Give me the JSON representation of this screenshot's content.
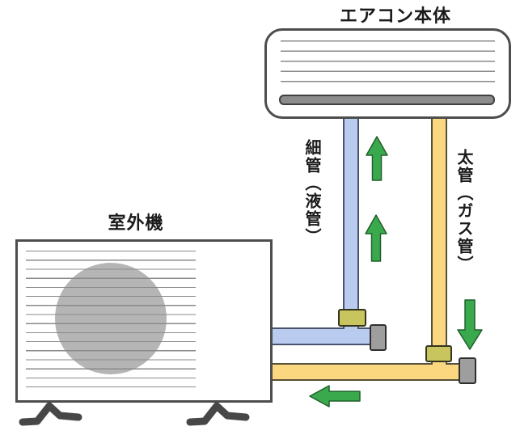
{
  "indoor_unit": {
    "title": "エアコン本体"
  },
  "outdoor_unit": {
    "title": "室外機"
  },
  "pipes": {
    "thin": {
      "label": "細管（液管）",
      "description": "liquid-pipe",
      "flow_direction": "up-toward-indoor-unit"
    },
    "thick": {
      "label": "太管（ガス管）",
      "description": "gas-pipe",
      "flow_direction": "down-toward-outdoor-unit"
    }
  },
  "colors": {
    "pipe_thin": "#b9cbef",
    "pipe_thin_border": "#49536b",
    "pipe_thick": "#fbd880",
    "pipe_thick_border": "#56503a",
    "valve": "#c8c45e",
    "valve_border": "#34341f",
    "cap": "#9e9e9e",
    "cap_border": "#2f2f2f",
    "arrow": "#3aa94e",
    "arrow_border": "#20602c",
    "unit_border": "#4d4d4d",
    "fan": "#b5b5b5",
    "vent_line": "#8a8a8a",
    "louver": "#8c8c8c",
    "leg": "#474747"
  }
}
